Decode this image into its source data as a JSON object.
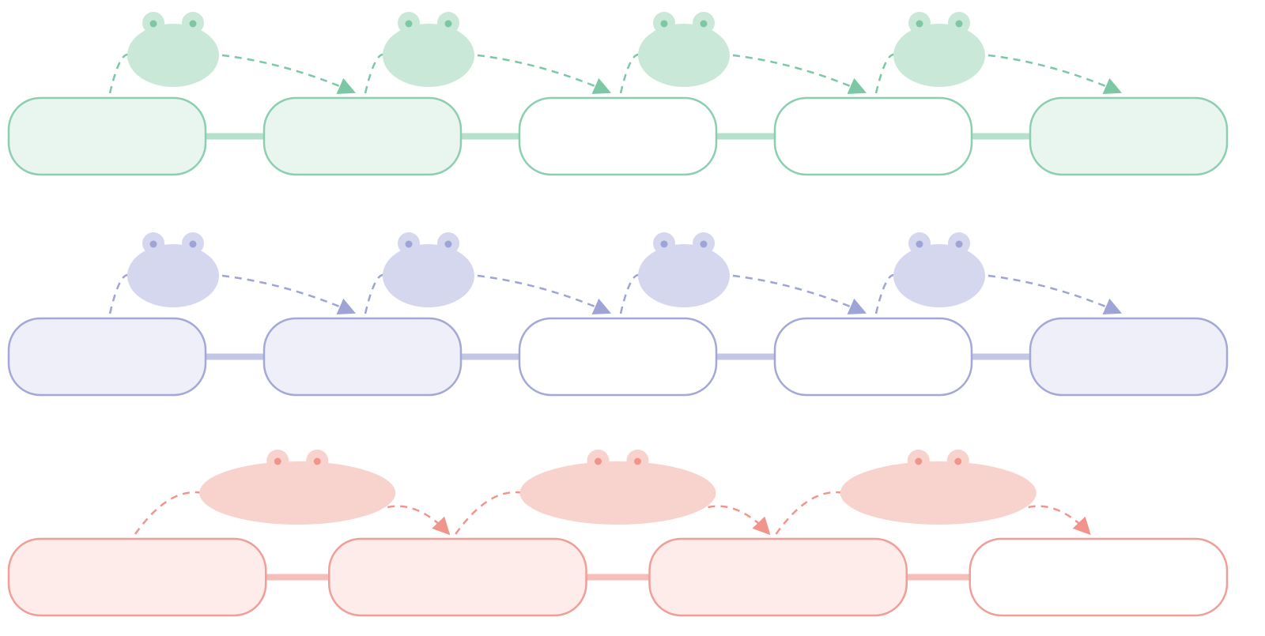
{
  "rows": [
    {
      "name": "green",
      "colors": {
        "stroke": "#8ccfb0",
        "fill": "#e9f5ef",
        "connector": "#b5e0cb",
        "frog": "#cae8d8",
        "eye_dot": "#7dc8a4",
        "arrow": "#7dc8a4"
      },
      "boxes": [
        {
          "filled": true
        },
        {
          "filled": true
        },
        {
          "filled": false
        },
        {
          "filled": false
        },
        {
          "filled": true
        }
      ],
      "frogs": [
        {
          "icon": "frog-icon",
          "from_box": 0,
          "to_box": 1
        },
        {
          "icon": "frog-icon",
          "from_box": 1,
          "to_box": 2
        },
        {
          "icon": "frog-icon",
          "from_box": 2,
          "to_box": 3
        },
        {
          "icon": "frog-icon",
          "from_box": 3,
          "to_box": 4
        }
      ]
    },
    {
      "name": "purple",
      "colors": {
        "stroke": "#a3a8d6",
        "fill": "#eeeff9",
        "connector": "#c3c6e4",
        "frog": "#d5d7ee",
        "eye_dot": "#9ea4d6",
        "arrow": "#9ea4d6"
      },
      "boxes": [
        {
          "filled": true
        },
        {
          "filled": true
        },
        {
          "filled": false
        },
        {
          "filled": false
        },
        {
          "filled": true
        }
      ],
      "frogs": [
        {
          "icon": "frog-icon",
          "from_box": 0,
          "to_box": 1
        },
        {
          "icon": "frog-icon",
          "from_box": 1,
          "to_box": 2
        },
        {
          "icon": "frog-icon",
          "from_box": 2,
          "to_box": 3
        },
        {
          "icon": "frog-icon",
          "from_box": 3,
          "to_box": 4
        }
      ]
    },
    {
      "name": "pink",
      "colors": {
        "stroke": "#f09e98",
        "fill": "#fdecea",
        "connector": "#f7bdb8",
        "frog": "#f8d3cd",
        "eye_dot": "#f1958c",
        "arrow": "#f1958c"
      },
      "boxes": [
        {
          "filled": true
        },
        {
          "filled": true
        },
        {
          "filled": true
        },
        {
          "filled": false
        }
      ],
      "frogs": [
        {
          "icon": "frog-icon",
          "from_box": 0,
          "to_box": 1
        },
        {
          "icon": "frog-icon",
          "from_box": 1,
          "to_box": 2
        },
        {
          "icon": "frog-icon",
          "from_box": 2,
          "to_box": 3
        }
      ]
    }
  ]
}
